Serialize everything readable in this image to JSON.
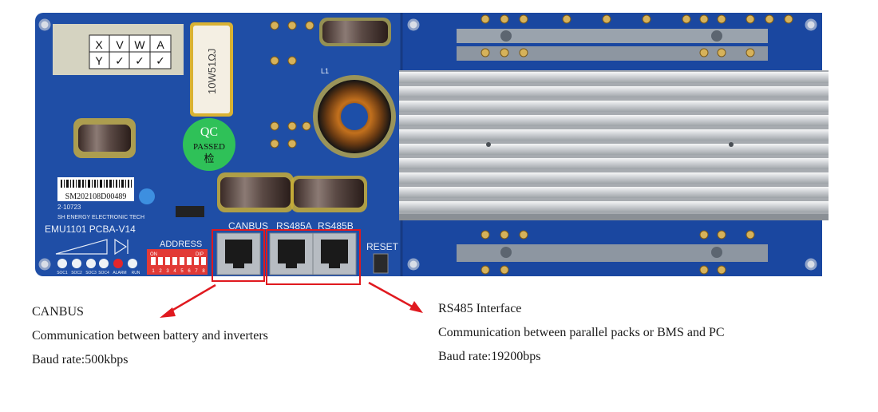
{
  "board": {
    "model_label": "EMU1101  PCBA-V14",
    "maker_label": "SH ENERGY ELECTRONIC TECH",
    "serial_label": "SM202108D00489",
    "date_code": "2·10723",
    "resistor_label": "10W51ΩJ",
    "inductor_label": "L1",
    "qc_sticker": {
      "line1": "QC",
      "line2": "PASSED",
      "line3": "检"
    },
    "check_table": {
      "header": [
        "X",
        "V",
        "W",
        "A"
      ],
      "row_label": "Y",
      "marks": [
        "✓",
        "✓",
        "✓"
      ]
    },
    "port_labels": {
      "canbus": "CANBUS",
      "rs485a": "RS485A",
      "rs485b": "RS485B"
    },
    "address_label": "ADDRESS",
    "dip_on_label": "ON",
    "dip_label": "DIP",
    "dip_numbers": [
      "1",
      "2",
      "3",
      "4",
      "5",
      "6",
      "7",
      "8"
    ],
    "reset_label": "RESET",
    "led_labels": [
      "SOC1",
      "SOC2",
      "SOC3",
      "SOC4",
      "ALARM",
      "RUN"
    ],
    "highlight_color": "#e0191f",
    "pcb_color": "#1d4fa8"
  },
  "annotations": {
    "left": {
      "title": "CANBUS",
      "description": "Communication between battery and inverters",
      "baud": "Baud rate:500kbps"
    },
    "right": {
      "title": "RS485 Interface",
      "description": "Communication between parallel packs or BMS and PC",
      "baud": "Baud rate:19200bps"
    }
  }
}
